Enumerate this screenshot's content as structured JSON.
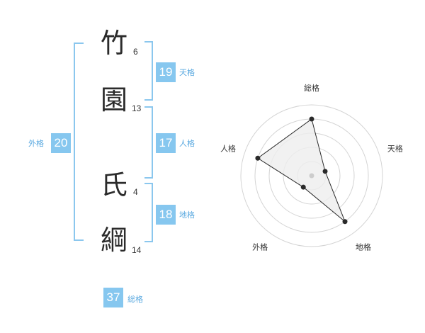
{
  "name": {
    "chars": [
      {
        "char": "竹",
        "strokes": "6"
      },
      {
        "char": "園",
        "strokes": "13"
      },
      {
        "char": "氏",
        "strokes": "4"
      },
      {
        "char": "綱",
        "strokes": "14"
      }
    ]
  },
  "fortunes": {
    "gaikaku": {
      "label": "外格",
      "value": "20"
    },
    "tenkaku": {
      "label": "天格",
      "value": "19"
    },
    "jinkaku": {
      "label": "人格",
      "value": "17"
    },
    "chikaku": {
      "label": "地格",
      "value": "18"
    },
    "soukaku": {
      "label": "総格",
      "value": "37"
    }
  },
  "chart_data": {
    "type": "radar",
    "axes": [
      "総格",
      "天格",
      "地格",
      "外格",
      "人格"
    ],
    "values": [
      4,
      1,
      4,
      1,
      4
    ],
    "rmax": 5,
    "rings": 5,
    "colors": {
      "fill": "#eeeeee",
      "stroke": "#2a2a2a",
      "grid": "#d4d4d4",
      "center": "#cccccc"
    }
  }
}
